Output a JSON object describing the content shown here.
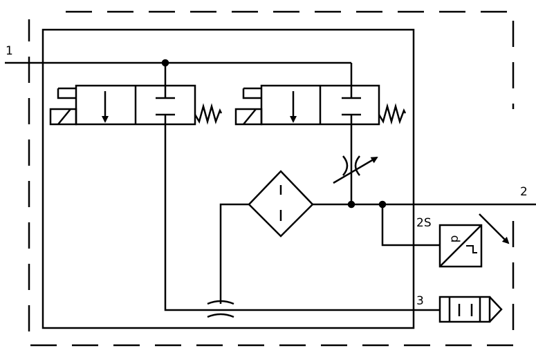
{
  "diagram": {
    "stroke_color": "#000000",
    "background": "#ffffff",
    "ports": {
      "p1": "1",
      "p2": "2",
      "p2s": "2S",
      "p3": "3"
    },
    "components": [
      "solenoid-valve-left",
      "solenoid-valve-right",
      "throttle-valve",
      "filter",
      "pressure-switch",
      "silencer"
    ]
  }
}
